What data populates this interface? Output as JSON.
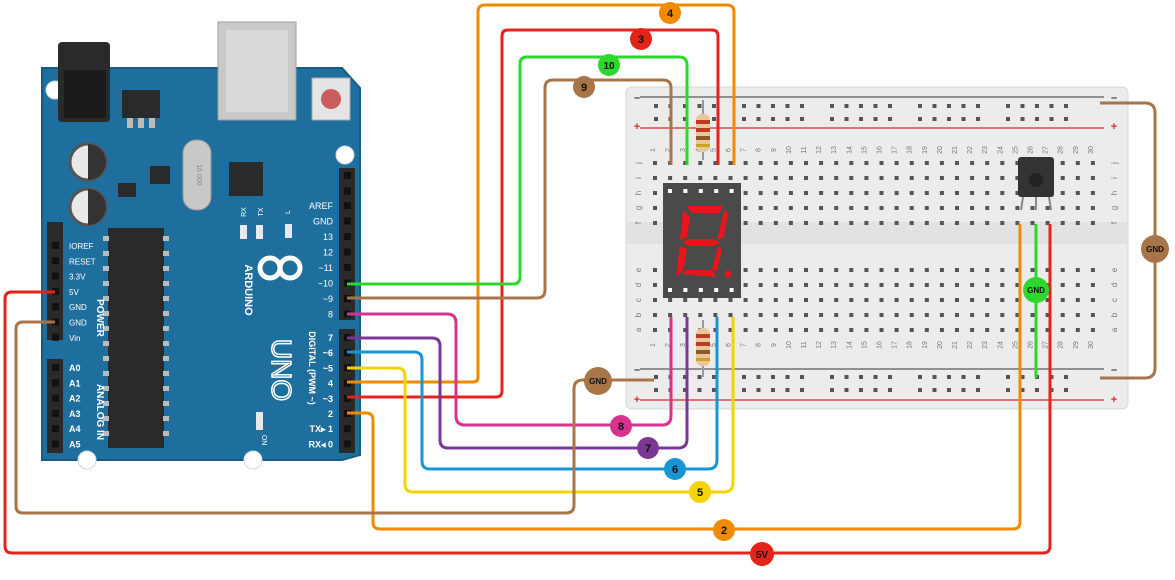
{
  "board": {
    "brand": "ARDUINO",
    "model": "UNO",
    "on_label": "ON",
    "crystal_text": "16.000",
    "power_header": [
      "IOREF",
      "RESET",
      "3.3V",
      "5V",
      "GND",
      "GND",
      "Vin"
    ],
    "power_title": "POWER",
    "analog_header": [
      "A0",
      "A1",
      "A2",
      "A3",
      "A4",
      "A5"
    ],
    "analog_title": "ANALOG IN",
    "digital_top": [
      "AREF",
      "GND",
      "13",
      "12",
      "~11",
      "~10",
      "~9",
      "8"
    ],
    "digital_bottom": [
      "7",
      "~6",
      "~5",
      "4",
      "~3",
      "2",
      "TX▸ 1",
      "RX◂ 0"
    ],
    "digital_title": "DIGITAL (PWM ~)",
    "rx_label": "RX",
    "tx_label": "TX",
    "l_label": "L"
  },
  "breadboard": {
    "column_numbers": [
      "1",
      "2",
      "3",
      "4",
      "5",
      "6",
      "7",
      "8",
      "9",
      "10",
      "11",
      "12",
      "13",
      "14",
      "15",
      "16",
      "17",
      "18",
      "19",
      "20",
      "21",
      "22",
      "23",
      "24",
      "25",
      "26",
      "27",
      "28",
      "29",
      "30"
    ],
    "top_rows": [
      "j",
      "i",
      "h",
      "g",
      "f"
    ],
    "bottom_rows": [
      "e",
      "d",
      "c",
      "b",
      "a"
    ],
    "rail_minus": "–",
    "rail_plus": "+"
  },
  "wire_labels": {
    "w4": "4",
    "w3": "3",
    "w10": "10",
    "w9": "9",
    "w8": "8",
    "w7": "7",
    "w6": "6",
    "w5": "5",
    "w2": "2",
    "w5v": "5V",
    "gnd_left": "GND",
    "gnd_right": "GND",
    "gnd_sensor": "GND"
  },
  "colors": {
    "board_blue": "#1f6f9e",
    "orange": "#f08a00",
    "red": "#e3241b",
    "green": "#2bd82b",
    "brown": "#a87548",
    "magenta": "#d6338f",
    "purple": "#7a3894",
    "cyan": "#1796d3",
    "yellow": "#f4d400"
  }
}
